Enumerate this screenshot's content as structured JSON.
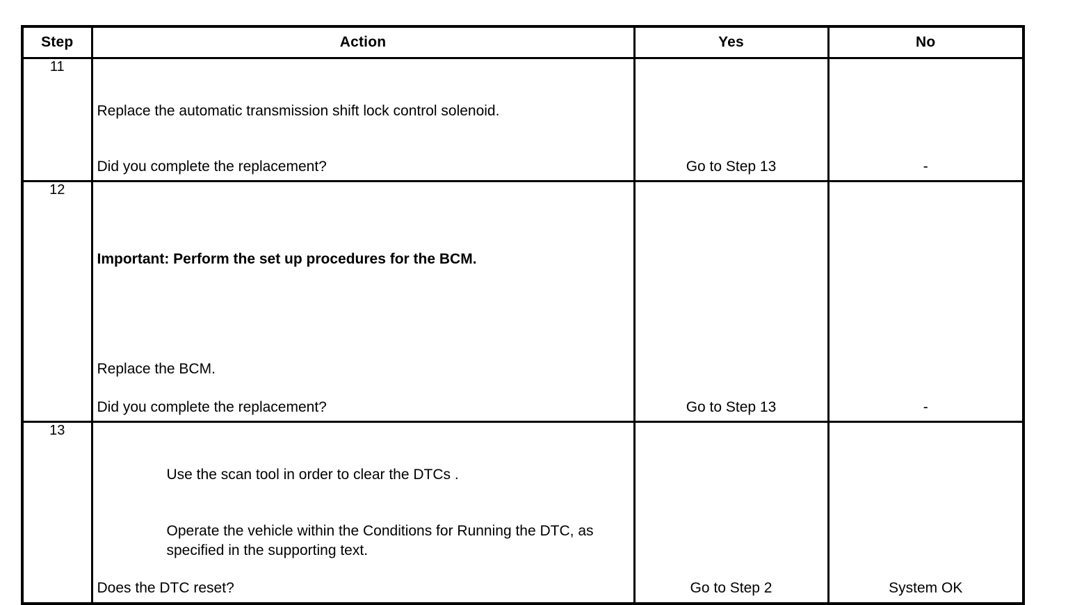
{
  "document": {
    "type": "diagnostic-procedure-table",
    "background_color": "#ffffff",
    "text_color": "#000000"
  },
  "table": {
    "headers": {
      "step": "Step",
      "action": "Action",
      "yes": "Yes",
      "no": "No"
    },
    "rows": [
      {
        "step": "11",
        "action_lines": [
          {
            "text": "Replace the automatic transmission shift lock control solenoid.",
            "bold": false,
            "indent": false
          }
        ],
        "question": "Did you complete the replacement?",
        "yes": "Go to Step 13",
        "no": "-"
      },
      {
        "step": "12",
        "action_lines": [
          {
            "text": "Important: Perform the set up procedures for the BCM.",
            "bold": true,
            "indent": false
          },
          {
            "text": "Replace the BCM.",
            "bold": false,
            "indent": false
          }
        ],
        "question": "Did you complete the replacement?",
        "yes": "Go to Step 13",
        "no": "-"
      },
      {
        "step": "13",
        "action_lines": [
          {
            "text": "Use the scan tool in order to clear the DTCs .",
            "bold": false,
            "indent": true
          },
          {
            "text": "Operate the vehicle within the Conditions for Running the DTC, as specified in the supporting text.",
            "bold": false,
            "indent": true
          }
        ],
        "question": "Does the DTC reset?",
        "yes": "Go to Step 2",
        "no": "System OK"
      }
    ]
  }
}
